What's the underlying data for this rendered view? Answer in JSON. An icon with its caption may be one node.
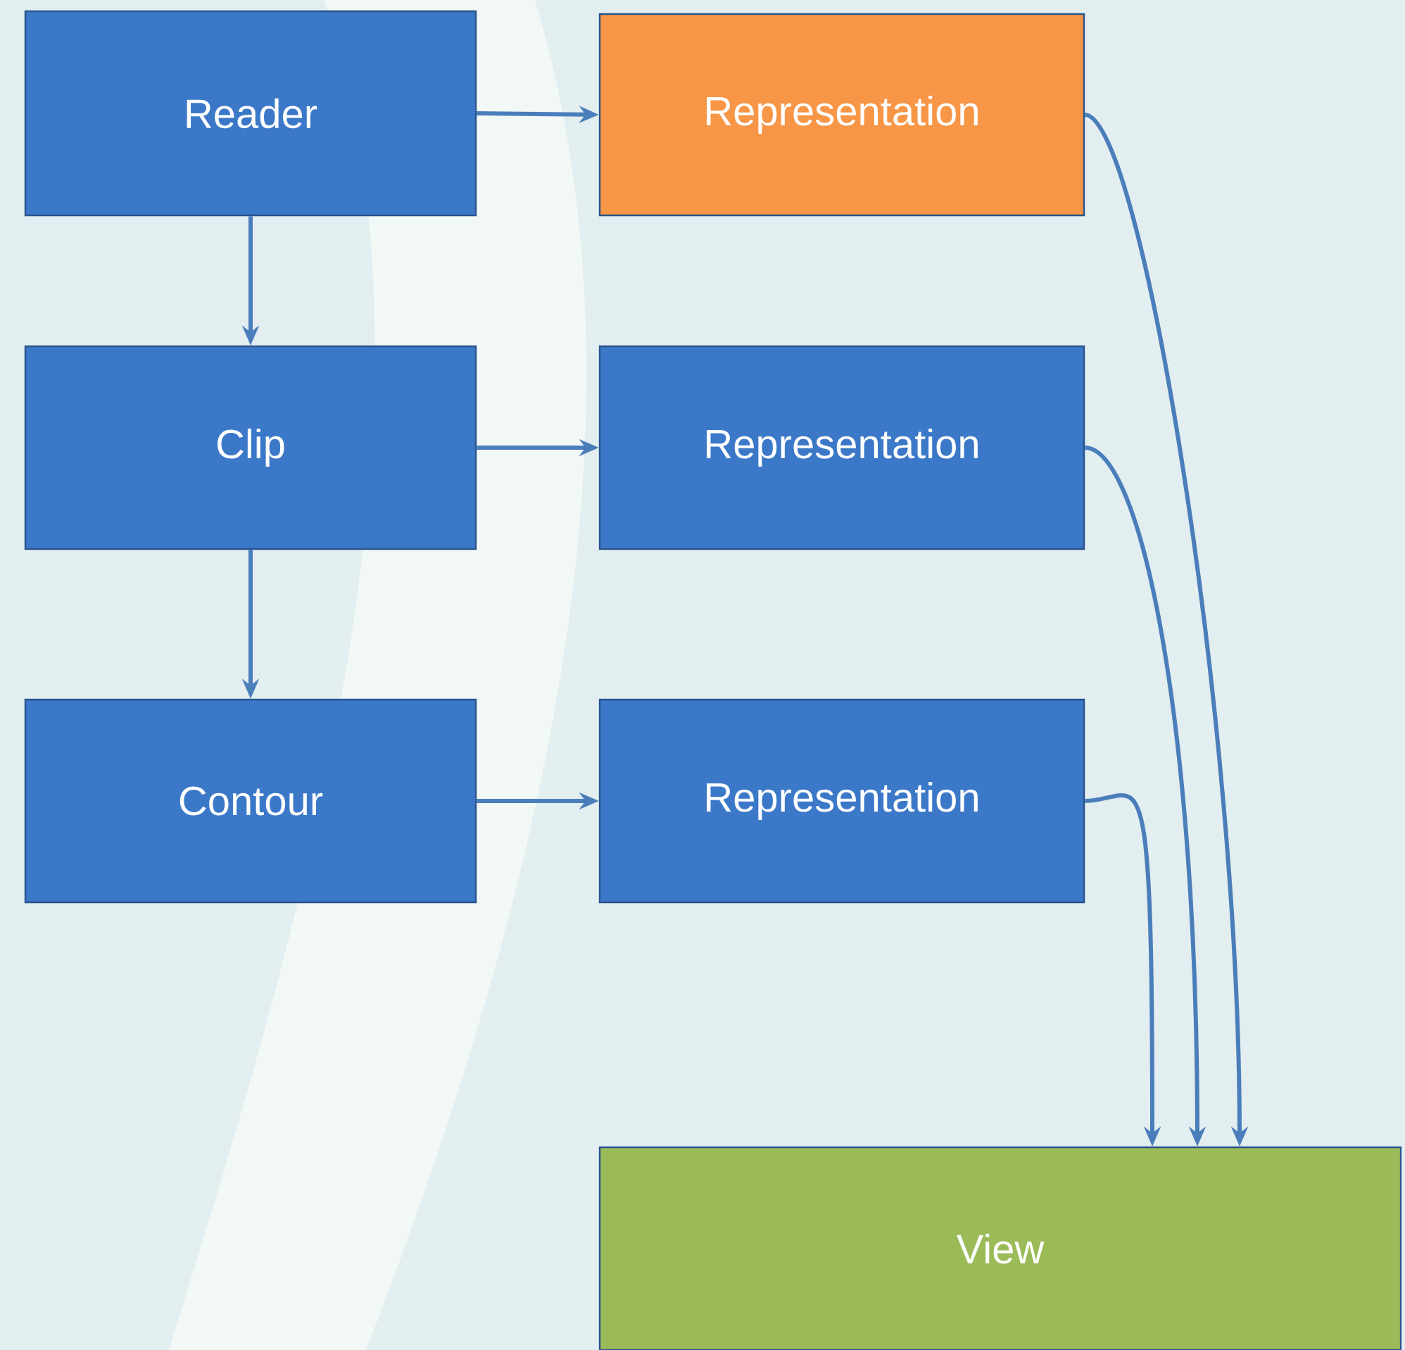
{
  "diagram": {
    "nodes": [
      {
        "text": [
          "Reader"
        ]
      },
      {
        "text": [
          "Representation"
        ]
      },
      {
        "text": [
          "Clip"
        ]
      },
      {
        "text": [
          "Representation"
        ]
      },
      {
        "text": [
          "Contour"
        ]
      },
      {
        "text": [
          "Representation"
        ]
      },
      {
        "text": [
          "View"
        ]
      }
    ],
    "edges": [
      {
        "from": 0,
        "to": 1,
        "arrow": "to"
      },
      {
        "from": 0,
        "to": 2,
        "arrow": "to"
      },
      {
        "from": 2,
        "to": 3,
        "arrow": "to"
      },
      {
        "from": 2,
        "to": 4,
        "arrow": "to"
      },
      {
        "from": 4,
        "to": 5,
        "arrow": "to"
      },
      {
        "from": 1,
        "to": 6,
        "arrow": "to"
      },
      {
        "from": 3,
        "to": 6,
        "arrow": "to"
      },
      {
        "from": 5,
        "to": 6,
        "arrow": "to"
      }
    ]
  }
}
